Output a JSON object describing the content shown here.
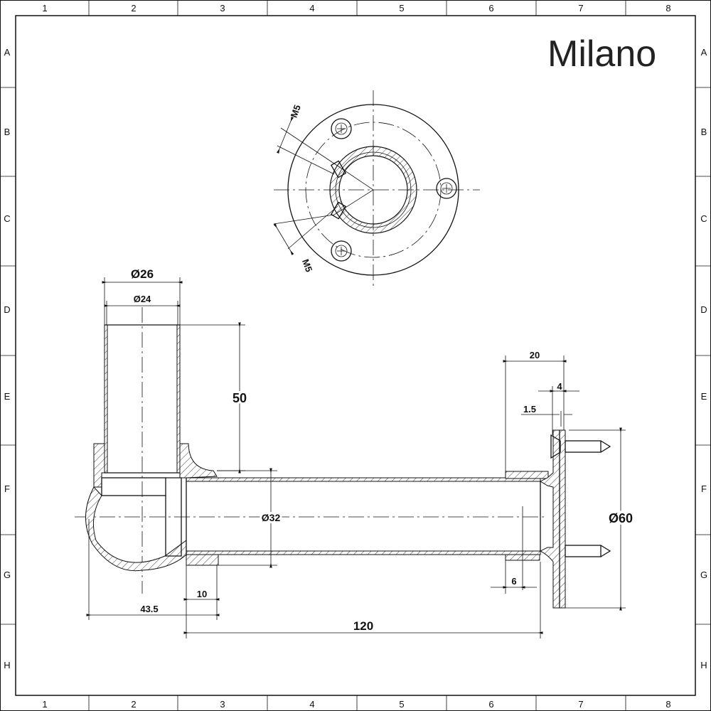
{
  "brand": "Milano",
  "grid": {
    "columns": [
      "1",
      "2",
      "3",
      "4",
      "5",
      "6",
      "7",
      "8"
    ],
    "rows": [
      "A",
      "B",
      "C",
      "D",
      "E",
      "F",
      "G",
      "H"
    ]
  },
  "top_view": {
    "m5_upper": "M5",
    "m5_lower": "M5"
  },
  "side_view": {
    "d26": "Ø26",
    "d24": "Ø24",
    "h50": "50",
    "d32": "Ø32",
    "w43_5": "43.5",
    "w10": "10",
    "w120": "120",
    "w20": "20",
    "w4": "4",
    "w1_5": "1.5",
    "w6": "6",
    "d60": "Ø60"
  }
}
